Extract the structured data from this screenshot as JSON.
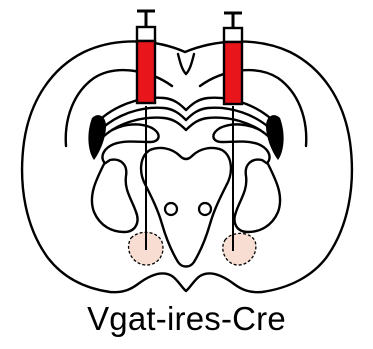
{
  "caption": "Vgat-ires-Cre",
  "colors": {
    "outline": "#000000",
    "syringe_fill": "#e8151b",
    "target_region": "#f7ddd2",
    "background": "#ffffff"
  },
  "elements": {
    "left_syringe": "syringe",
    "right_syringe": "syringe",
    "brain": "coronal-brain-section",
    "targets": "bilateral-injection-sites"
  }
}
